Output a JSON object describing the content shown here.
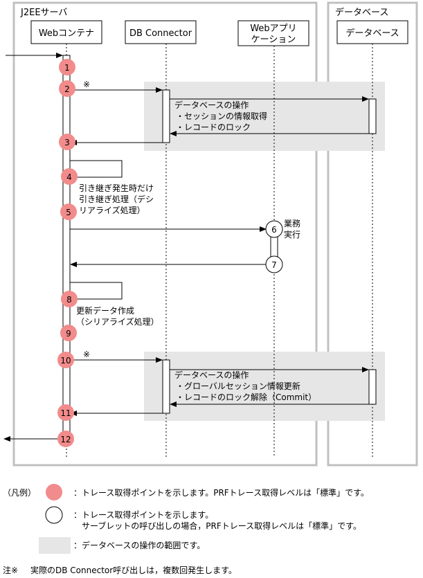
{
  "containers": {
    "j2ee": "J2EEサーバ",
    "db": "データベース"
  },
  "lifelines": {
    "web_container": "Webコンテナ",
    "db_connector": "DB Connector",
    "webapp_line1": "Webアプリ",
    "webapp_line2": "ケーション",
    "database": "データベース"
  },
  "points": {
    "p1": "1",
    "p2": "2",
    "p3": "3",
    "p4": "4",
    "p5": "5",
    "p6": "6",
    "p7": "7",
    "p8": "8",
    "p9": "9",
    "p10": "10",
    "p11": "11",
    "p12": "12"
  },
  "notes": {
    "asterisk": "※",
    "db_op1_title": "データベースの操作",
    "db_op1_item1": "・セッションの情報取得",
    "db_op1_item2": "・レコードのロック",
    "handover_line1": "引き継ぎ発生時だけ",
    "handover_line2": "引き継ぎ処理（デシ",
    "handover_line3": "リアライズ処理）",
    "business_line1": "業務",
    "business_line2": "実行",
    "update_line1": "更新データ作成",
    "update_line2": "（シリアライズ処理）",
    "db_op2_title": "データベースの操作",
    "db_op2_item1": "・グローバルセッション情報更新",
    "db_op2_item2": "・レコードのロック解除（Commit）"
  },
  "legend": {
    "heading": "（凡例）",
    "filled_desc": "：トレース取得ポイントを示します。PRFトレース取得レベルは「標準」です。",
    "open_desc_line1": "：トレース取得ポイントを示します。",
    "open_desc_line2": "サーブレットの呼び出しの場合，PRFトレース取得レベルは「標準」です。",
    "range_desc": "：データベースの操作の範囲です。"
  },
  "footnote": {
    "mark": "注※",
    "text": "実際のDB Connector呼び出しは，複数回発生します。"
  },
  "colors": {
    "filled_point": "#f28b8b",
    "db_range": "#e6e6e6",
    "container_border": "#c0c0c0"
  }
}
